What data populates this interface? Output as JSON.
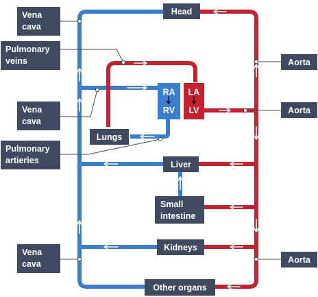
{
  "colors": {
    "oxygenated": "#c8202f",
    "deoxygenated": "#3a7fcf",
    "label_box": "#3f4a60",
    "label_text": "#ffffff",
    "leader_line": "#3f4a60"
  },
  "organs": {
    "head": "Head",
    "lungs": "Lungs",
    "liver": "Liver",
    "small_intestine": [
      "Small",
      "intestine"
    ],
    "kidneys": "Kidneys",
    "other_organs": "Other organs"
  },
  "chambers": {
    "right_atrium": "RA",
    "left_atrium": "LA",
    "right_ventricle": "RV",
    "left_ventricle": "LV"
  },
  "callouts": {
    "vena_cava_top": [
      "Vena",
      "cava"
    ],
    "pulmonary_veins": [
      "Pulmonary",
      "veins"
    ],
    "vena_cava_mid": [
      "Vena",
      "cava"
    ],
    "pulmonary_artieries": [
      "Pulmonary",
      "artieries"
    ],
    "vena_cava_bottom": [
      "Vena",
      "cava"
    ],
    "aorta_top": "Aorta",
    "aorta_mid": "Aorta",
    "aorta_bottom": "Aorta"
  }
}
